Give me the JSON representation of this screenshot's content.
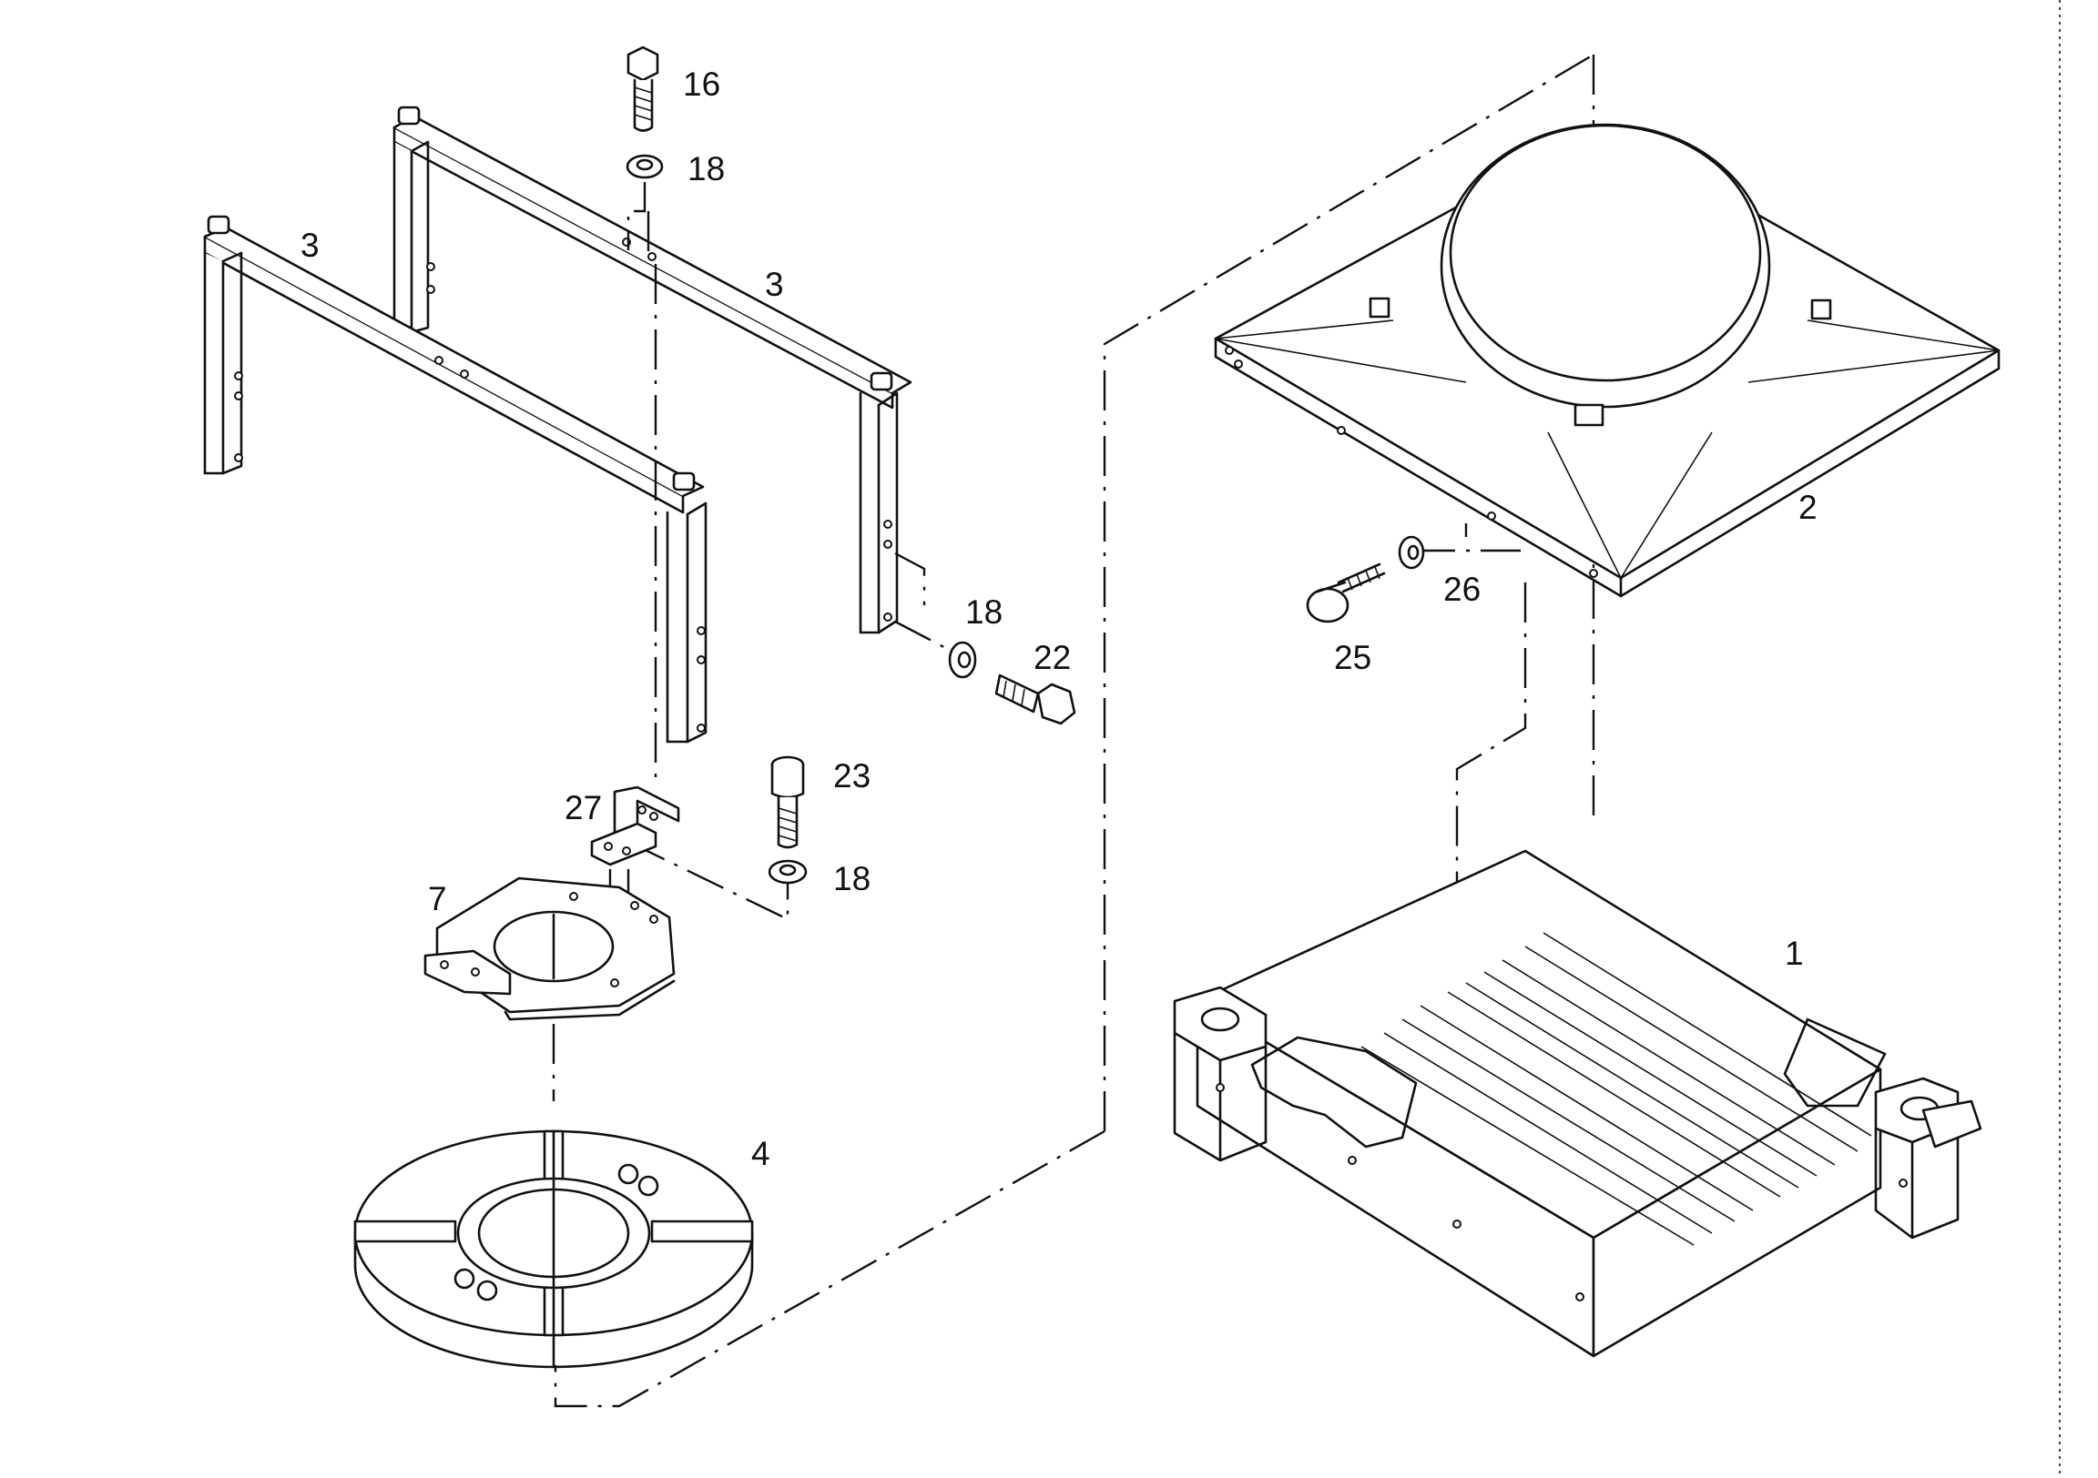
{
  "diagram": {
    "callouts": [
      {
        "id": "c16a",
        "text": "16"
      },
      {
        "id": "c18a",
        "text": "18"
      },
      {
        "id": "c3a",
        "text": "3"
      },
      {
        "id": "c3b",
        "text": "3"
      },
      {
        "id": "c18b",
        "text": "18"
      },
      {
        "id": "c22",
        "text": "22"
      },
      {
        "id": "c23",
        "text": "23"
      },
      {
        "id": "c27",
        "text": "27"
      },
      {
        "id": "c18c",
        "text": "18"
      },
      {
        "id": "c7",
        "text": "7"
      },
      {
        "id": "c4",
        "text": "4"
      },
      {
        "id": "c2",
        "text": "2"
      },
      {
        "id": "c26",
        "text": "26"
      },
      {
        "id": "c25",
        "text": "25"
      },
      {
        "id": "c1",
        "text": "1"
      }
    ]
  },
  "colors": {
    "line": "#111111",
    "background": "#ffffff"
  }
}
